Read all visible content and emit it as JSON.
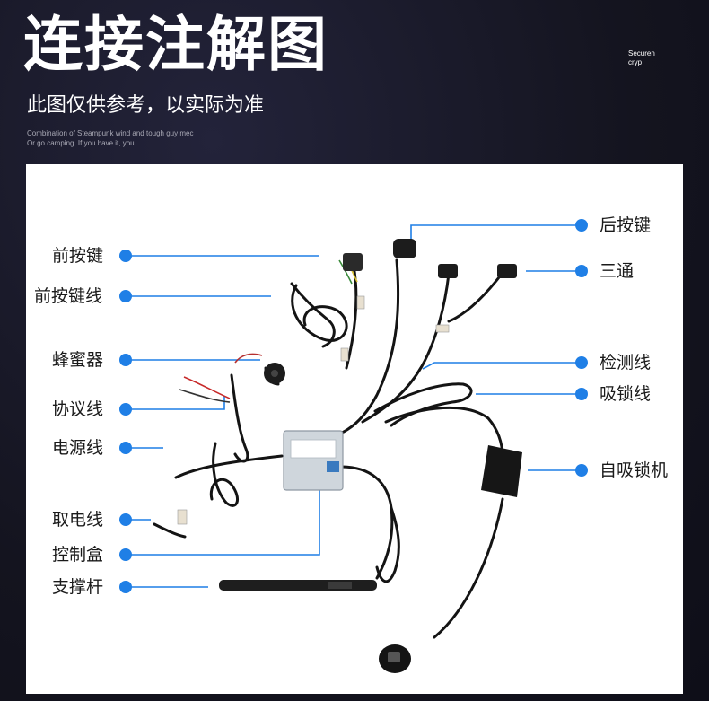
{
  "header": {
    "title": "连接注解图",
    "brand_line1": "Securen",
    "brand_line2": "cryp",
    "subtitle": "此图仅供参考，以实际为准",
    "caption_line1": "Combination of Steampunk wind and tough guy mec",
    "caption_line2": "Or go camping. If you have it, you"
  },
  "colors": {
    "background": "#14141f",
    "panel": "#ffffff",
    "accent": "#1f7fe6",
    "cable": "#141414"
  },
  "labels_left": [
    {
      "id": "front-button",
      "text": "前按键"
    },
    {
      "id": "front-button-cable",
      "text": "前按键线"
    },
    {
      "id": "buzzer",
      "text": "蜂蜜器"
    },
    {
      "id": "protocol-cable",
      "text": "协议线"
    },
    {
      "id": "power-cable",
      "text": "电源线"
    },
    {
      "id": "power-tap-cable",
      "text": "取电线"
    },
    {
      "id": "control-box",
      "text": "控制盒"
    },
    {
      "id": "strut",
      "text": "支撑杆"
    }
  ],
  "labels_right": [
    {
      "id": "rear-button",
      "text": "后按键"
    },
    {
      "id": "tee-connector",
      "text": "三通"
    },
    {
      "id": "detection-cable",
      "text": "检测线"
    },
    {
      "id": "suction-lock-cable",
      "text": "吸锁线"
    },
    {
      "id": "suction-lock",
      "text": "自吸锁机"
    }
  ]
}
